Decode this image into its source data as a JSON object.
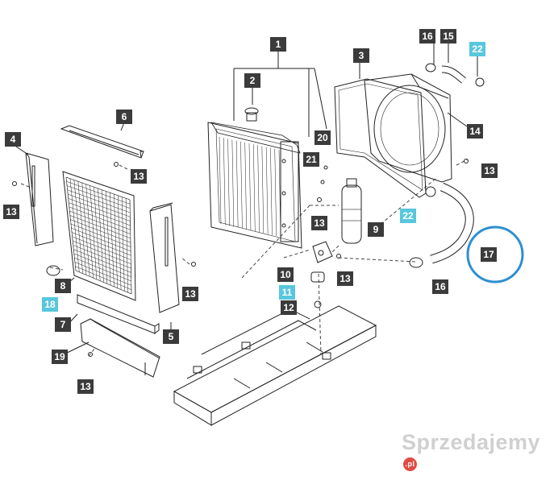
{
  "labels": {
    "n1": "1",
    "n2": "2",
    "n3": "3",
    "n4": "4",
    "n5": "5",
    "n6": "6",
    "n7": "7",
    "n8": "8",
    "n9": "9",
    "n10": "10",
    "n11": "11",
    "n12": "12",
    "n13": "13",
    "n14": "14",
    "n15": "15",
    "n16": "16",
    "n17": "17",
    "n18": "18",
    "n19": "19",
    "n20": "20",
    "n21": "21",
    "n22": "22"
  },
  "watermark": {
    "text": "Sprzedajemy",
    "badge": ".pl"
  },
  "colors": {
    "label_dark": "#3b3b3b",
    "label_highlight": "#58c7dd",
    "circle": "#2e8fd0",
    "line": "#222222"
  }
}
